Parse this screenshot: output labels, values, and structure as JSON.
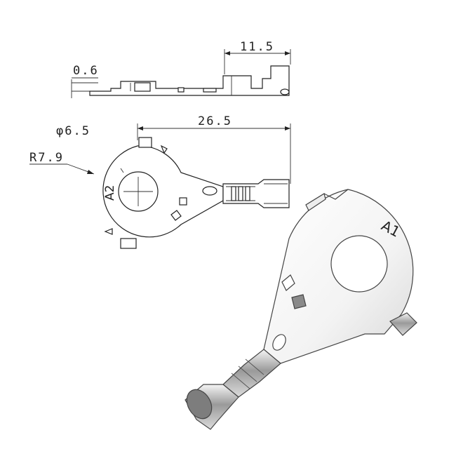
{
  "dimensions": {
    "thickness": "0.6",
    "side_length": "11.5",
    "diameter": "φ6.5",
    "radius": "R7.9",
    "overall_length": "26.5"
  },
  "markings": {
    "drawing_label": "A2",
    "render_label": "A1"
  },
  "colors": {
    "line": "#222222",
    "metal_light": "#f4f4f4",
    "metal_dark": "#8a8a8a"
  }
}
